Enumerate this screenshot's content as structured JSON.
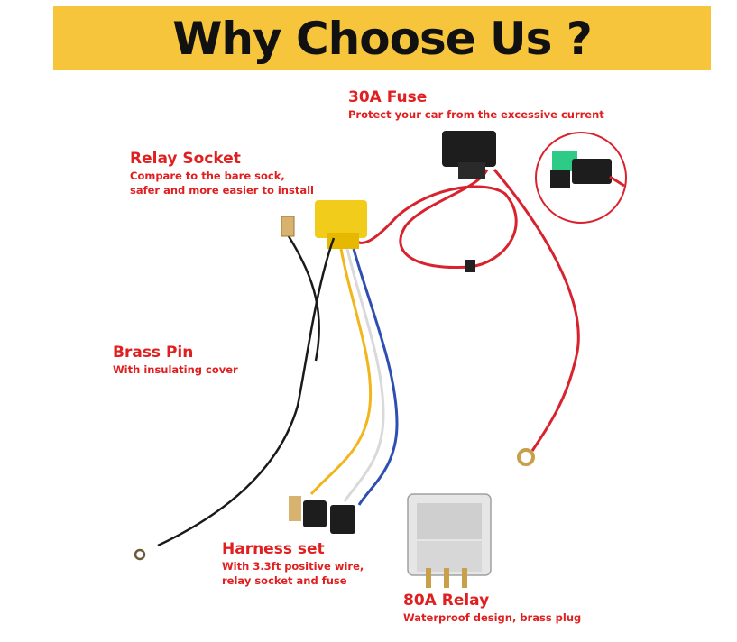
{
  "banner": {
    "title": "Why Choose Us ?",
    "color": "#f6c53c"
  },
  "label_color": "#e02020",
  "features": {
    "fuse": {
      "title": "30A Fuse",
      "desc": [
        "Protect your car from the excessive current"
      ]
    },
    "socket": {
      "title": "Relay Socket",
      "desc": [
        "Compare to the bare sock,",
        "safer and more easier to install"
      ]
    },
    "pin": {
      "title": "Brass Pin",
      "desc": [
        "With insulating cover"
      ]
    },
    "harness": {
      "title": "Harness set",
      "desc": [
        "With 3.3ft positive wire,",
        "relay socket and fuse"
      ]
    },
    "relay": {
      "title": "80A Relay",
      "desc": [
        "Waterproof design, brass plug"
      ]
    }
  },
  "wire_colors": {
    "red": "#d8232e",
    "black": "#1a1a1a",
    "yellow": "#f2b51b",
    "blue": "#2f4fb0",
    "white": "#e8e8e8"
  }
}
